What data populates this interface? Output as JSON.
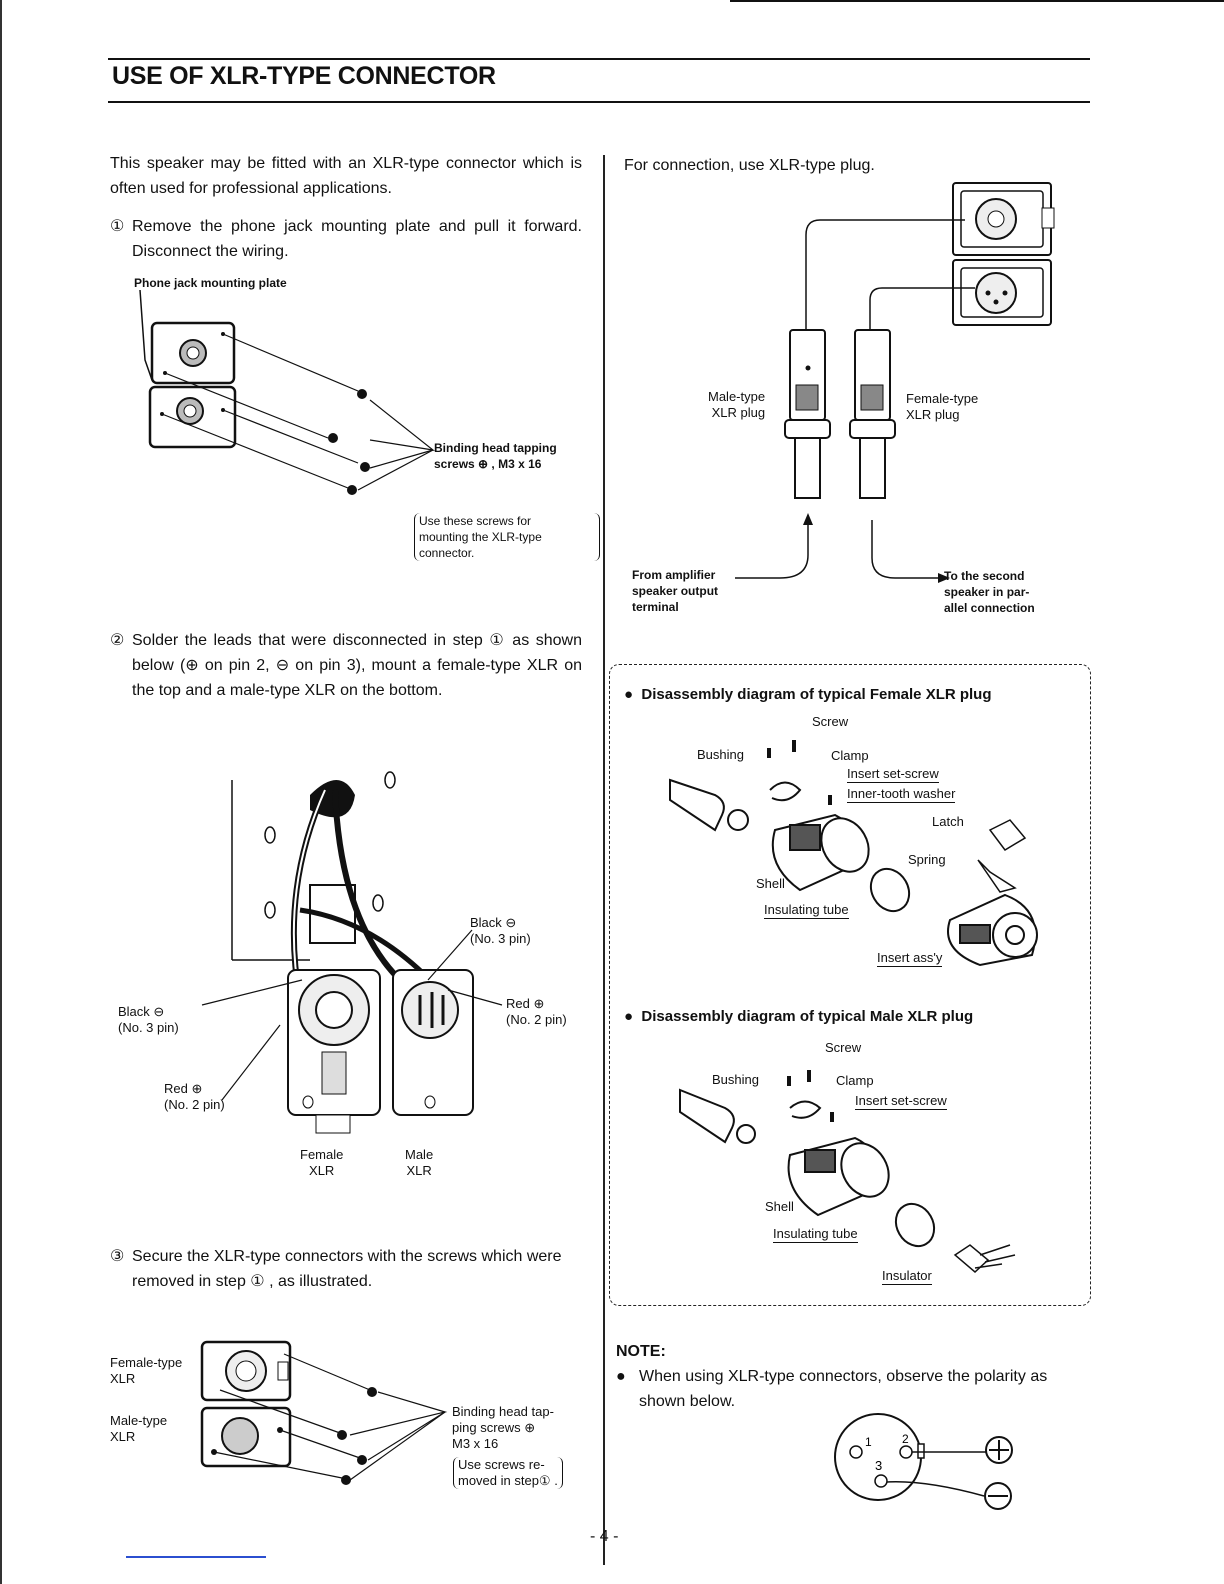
{
  "title": "USE OF XLR-TYPE CONNECTOR",
  "left": {
    "intro": "This speaker may be fitted with an XLR-type connector which is often used for professional applications.",
    "step1": {
      "num": "①",
      "text": "Remove the phone jack mounting plate and pull it forward. Disconnect the wiring."
    },
    "fig1": {
      "plate_label": "Phone jack mounting plate",
      "screws_label_1": "Binding head tapping",
      "screws_label_2": "screws ⊕ , M3 x 16",
      "note_1": "Use these screws for",
      "note_2": "mounting the XLR-type",
      "note_3": "connector."
    },
    "step2": {
      "num": "②",
      "text": "Solder the leads that were disconnected in step ① as shown below (⊕ on pin 2, ⊖ on pin 3), mount a female-type XLR on the top and a male-type XLR on the bottom."
    },
    "fig2": {
      "black_left_1": "Black ⊖",
      "black_left_2": "(No. 3 pin)",
      "red_left_1": "Red ⊕",
      "red_left_2": "(No. 2 pin)",
      "black_right_1": "Black ⊖",
      "black_right_2": "(No. 3 pin)",
      "red_right_1": "Red ⊕",
      "red_right_2": "(No. 2 pin)",
      "female_1": "Female",
      "female_2": "XLR",
      "male_1": "Male",
      "male_2": "XLR"
    },
    "step3": {
      "num": "③",
      "text": "Secure the XLR-type connectors with the screws which were removed in step ① , as illustrated."
    },
    "fig3": {
      "female_1": "Female-type",
      "female_2": "XLR",
      "male_1": "Male-type",
      "male_2": "XLR",
      "screws_1": "Binding head tap-",
      "screws_2": "ping screws ⊕",
      "screws_3": "M3 x 16",
      "note_1": "Use screws re-",
      "note_2": "moved in step① ."
    }
  },
  "right": {
    "connection": "For connection, use XLR-type plug.",
    "fig4": {
      "male_1": "Male-type",
      "male_2": "XLR plug",
      "female_1": "Female-type",
      "female_2": "XLR plug",
      "from_1": "From amplifier",
      "from_2": "speaker output",
      "from_3": "terminal",
      "to_1": "To the second",
      "to_2": "speaker in par-",
      "to_3": "allel connection"
    },
    "female_diagram": {
      "heading": "Disassembly diagram of typical Female XLR plug",
      "screw": "Screw",
      "bushing": "Bushing",
      "clamp": "Clamp",
      "insert_set_screw": "Insert set-screw",
      "washer": "Inner-tooth washer",
      "latch": "Latch",
      "spring": "Spring",
      "shell": "Shell",
      "tube": "Insulating tube",
      "insert": "Insert ass'y"
    },
    "male_diagram": {
      "heading": "Disassembly diagram of typical Male XLR plug",
      "screw": "Screw",
      "bushing": "Bushing",
      "clamp": "Clamp",
      "insert_set_screw": "Insert set-screw",
      "shell": "Shell",
      "tube": "Insulating tube",
      "insulator": "Insulator"
    },
    "note": {
      "heading": "NOTE:",
      "text": "When using XLR-type connectors, observe the polarity as shown below.",
      "pin1": "1",
      "pin2": "2",
      "pin3": "3"
    }
  },
  "page_number": "- 4 -"
}
